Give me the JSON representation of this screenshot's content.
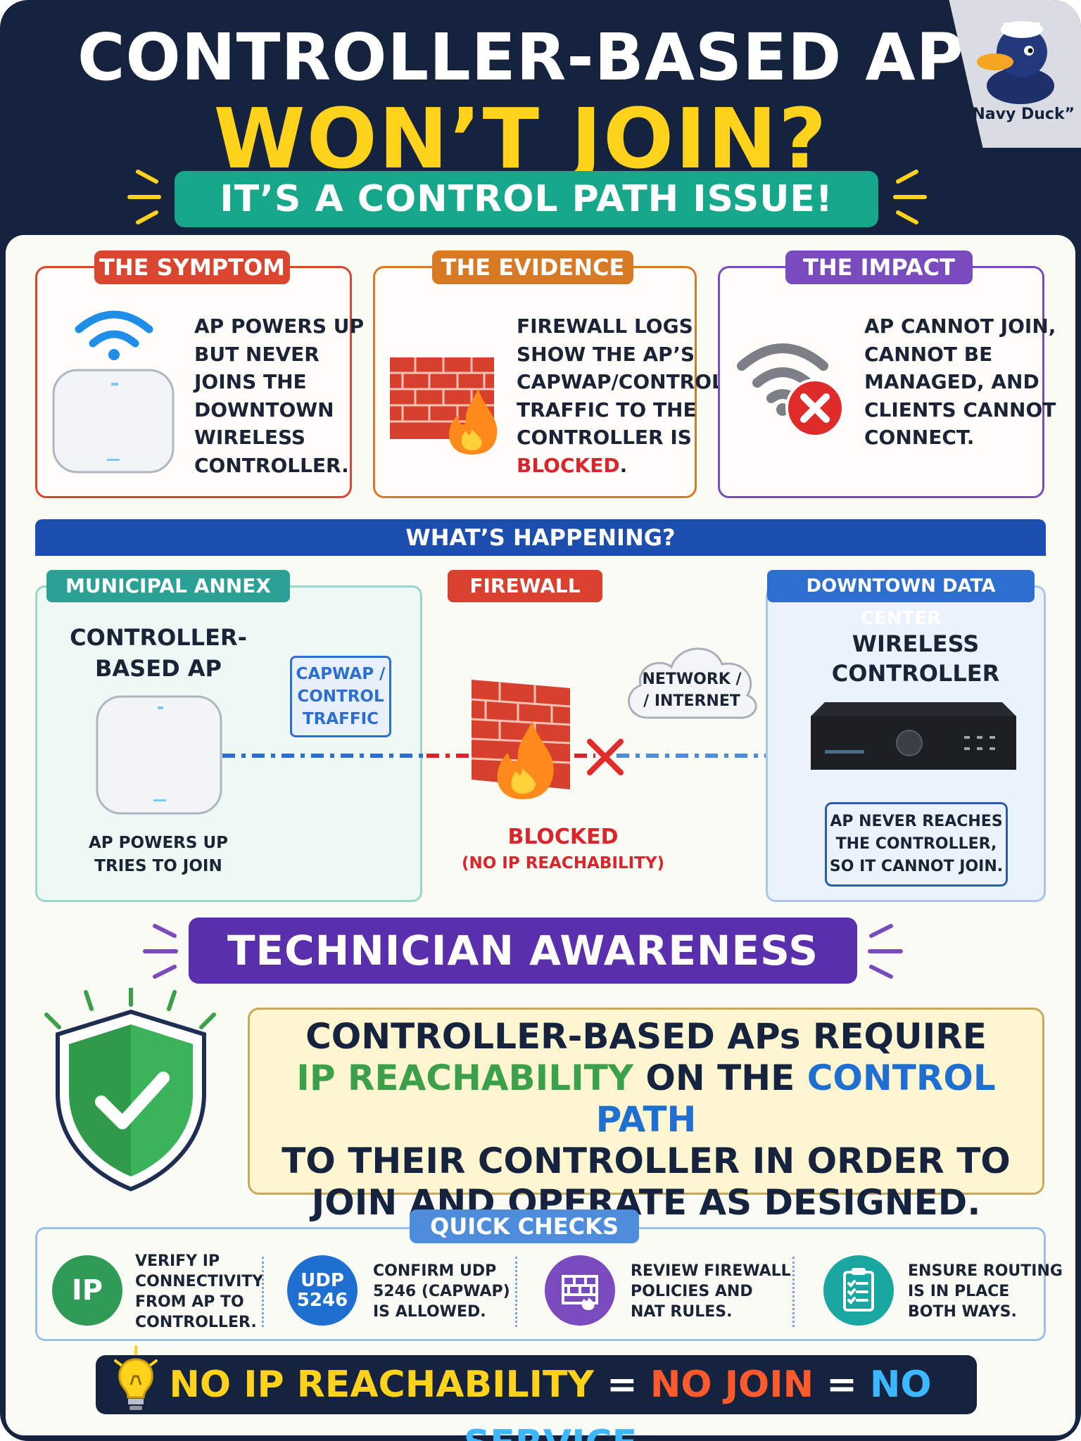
{
  "header": {
    "title_line1": "CONTROLLER-BASED AP",
    "title_line2": "WON’T JOIN?",
    "banner": "IT’S A CONTROL PATH ISSUE!",
    "mascot_label": "“Navy Duck”"
  },
  "cards": [
    {
      "tag": "THE SYMPTOM",
      "lines": [
        "AP POWERS UP",
        "BUT NEVER",
        "JOINS THE",
        "DOWNTOWN",
        "WIRELESS",
        "CONTROLLER."
      ]
    },
    {
      "tag": "THE EVIDENCE",
      "lines": [
        "FIREWALL LOGS",
        "SHOW THE AP’S",
        "CAPWAP/CONTROL",
        "TRAFFIC TO THE",
        "CONTROLLER IS"
      ],
      "highlight": "BLOCKED",
      "tail": "."
    },
    {
      "tag": "THE IMPACT",
      "lines": [
        "AP CANNOT JOIN,",
        "CANNOT BE",
        "MANAGED, AND",
        "CLIENTS CANNOT",
        "CONNECT."
      ]
    }
  ],
  "diagram": {
    "title": "WHAT’S HAPPENING?",
    "left_zone": "MUNICIPAL ANNEX",
    "ap_label_1": "CONTROLLER-",
    "ap_label_2": "BASED AP",
    "ap_caption_1": "AP POWERS UP",
    "ap_caption_2": "TRIES TO JOIN",
    "traffic_1": "CAPWAP /",
    "traffic_2": "CONTROL",
    "traffic_3": "TRAFFIC",
    "firewall_tag": "FIREWALL",
    "blocked": "BLOCKED",
    "blocked_sub": "(NO IP REACHABILITY)",
    "cloud_1": "NETWORK /",
    "cloud_2": "/ INTERNET",
    "right_zone": "DOWNTOWN DATA CENTER",
    "ctrl_label_1": "WIRELESS",
    "ctrl_label_2": "CONTROLLER",
    "note_1": "AP NEVER REACHES",
    "note_2": "THE CONTROLLER,",
    "note_3": "SO IT CANNOT JOIN."
  },
  "awareness": {
    "title": "TECHNICIAN AWARENESS",
    "line1": "CONTROLLER-BASED APs REQUIRE",
    "line2_green": "IP REACHABILITY",
    "line2_mid": " ON THE ",
    "line2_blue": "CONTROL PATH",
    "line3": "TO THEIR CONTROLLER IN ORDER TO",
    "line4": "JOIN AND OPERATE AS DESIGNED."
  },
  "quick_checks": {
    "title": "QUICK CHECKS",
    "items": [
      {
        "badge": "IP",
        "lines": [
          "VERIFY IP",
          "CONNECTIVITY",
          "FROM AP TO",
          "CONTROLLER."
        ],
        "color": "#2e9a55"
      },
      {
        "badge1": "UDP",
        "badge2": "5246",
        "lines": [
          "CONFIRM UDP",
          "5246 (CAPWAP)",
          "IS ALLOWED."
        ],
        "color": "#1f6fd1"
      },
      {
        "icon": "firewall-icon",
        "lines": [
          "REVIEW FIREWALL",
          "POLICIES AND",
          "NAT RULES."
        ],
        "color": "#7a4bbf"
      },
      {
        "icon": "checklist-icon",
        "lines": [
          "ENSURE ROUTING",
          "IS IN PLACE",
          "BOTH WAYS."
        ],
        "color": "#1aa7a1"
      }
    ]
  },
  "bottom": {
    "part1": "NO IP REACHABILITY",
    "eq1": " = ",
    "part2": "NO JOIN",
    "eq2": " = ",
    "part3": "NO SERVICE"
  }
}
